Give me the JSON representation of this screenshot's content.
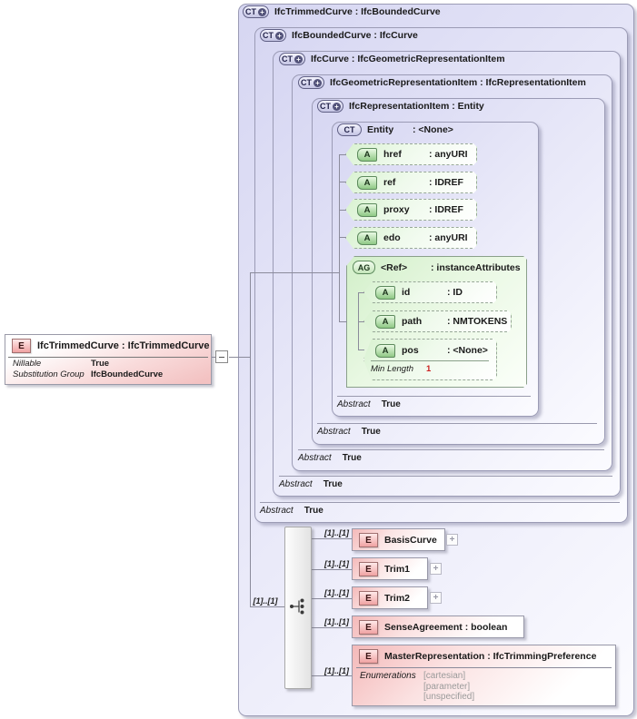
{
  "colors": {
    "complex_type_fill": "#d6d6f2",
    "element_fill": "#f4b9b9",
    "attribute_fill": "#d9f2d1",
    "border_gray": "#9a9aae",
    "enum_value_gray": "#9a9a9a",
    "facet_value_red": "#cc2222"
  },
  "icons": {
    "complex_type": "CT",
    "element": "E",
    "attribute": "A",
    "attribute_group": "AG",
    "expand": "+"
  },
  "left_element": {
    "title": "IfcTrimmedCurve : IfcTrimmedCurve",
    "properties": [
      {
        "name": "Nillable",
        "value": "True"
      },
      {
        "name": "Substitution Group",
        "value": "IfcBoundedCurve"
      }
    ]
  },
  "hierarchy": [
    {
      "title": "IfcTrimmedCurve : IfcBoundedCurve"
    },
    {
      "title": "IfcBoundedCurve : IfcCurve",
      "abstract_label": "Abstract",
      "abstract_value": "True"
    },
    {
      "title": "IfcCurve : IfcGeometricRepresentationItem",
      "abstract_label": "Abstract",
      "abstract_value": "True"
    },
    {
      "title": "IfcGeometricRepresentationItem : IfcRepresentationItem",
      "abstract_label": "Abstract",
      "abstract_value": "True"
    },
    {
      "title": "IfcRepresentationItem : Entity",
      "abstract_label": "Abstract",
      "abstract_value": "True"
    }
  ],
  "entity": {
    "name": "Entity",
    "type_label": ": <None>",
    "abstract_label": "Abstract",
    "abstract_value": "True",
    "attributes": [
      {
        "name": "href",
        "type_label": ": anyURI"
      },
      {
        "name": "ref",
        "type_label": ": IDREF"
      },
      {
        "name": "proxy",
        "type_label": ": IDREF"
      },
      {
        "name": "edo",
        "type_label": ": anyURI"
      }
    ],
    "attribute_group": {
      "name": "<Ref>",
      "type_label": ": instanceAttributes",
      "attributes": [
        {
          "name": "id",
          "type_label": ": ID"
        },
        {
          "name": "path",
          "type_label": ": NMTOKENS"
        },
        {
          "name": "pos",
          "type_label": ": <None>",
          "facet_label": "Min Length",
          "facet_value": "1"
        }
      ]
    }
  },
  "content_model": {
    "cardinality": "[1]..[1]",
    "elements": [
      {
        "cardinality": "[1]..[1]",
        "title": "BasisCurve"
      },
      {
        "cardinality": "[1]..[1]",
        "title": "Trim1"
      },
      {
        "cardinality": "[1]..[1]",
        "title": "Trim2"
      },
      {
        "cardinality": "[1]..[1]",
        "title": "SenseAgreement : boolean"
      },
      {
        "cardinality": "[1]..[1]",
        "title": "MasterRepresentation : IfcTrimmingPreference",
        "enumerations_label": "Enumerations",
        "enumerations": [
          "[cartesian]",
          "[parameter]",
          "[unspecified]"
        ]
      }
    ]
  }
}
